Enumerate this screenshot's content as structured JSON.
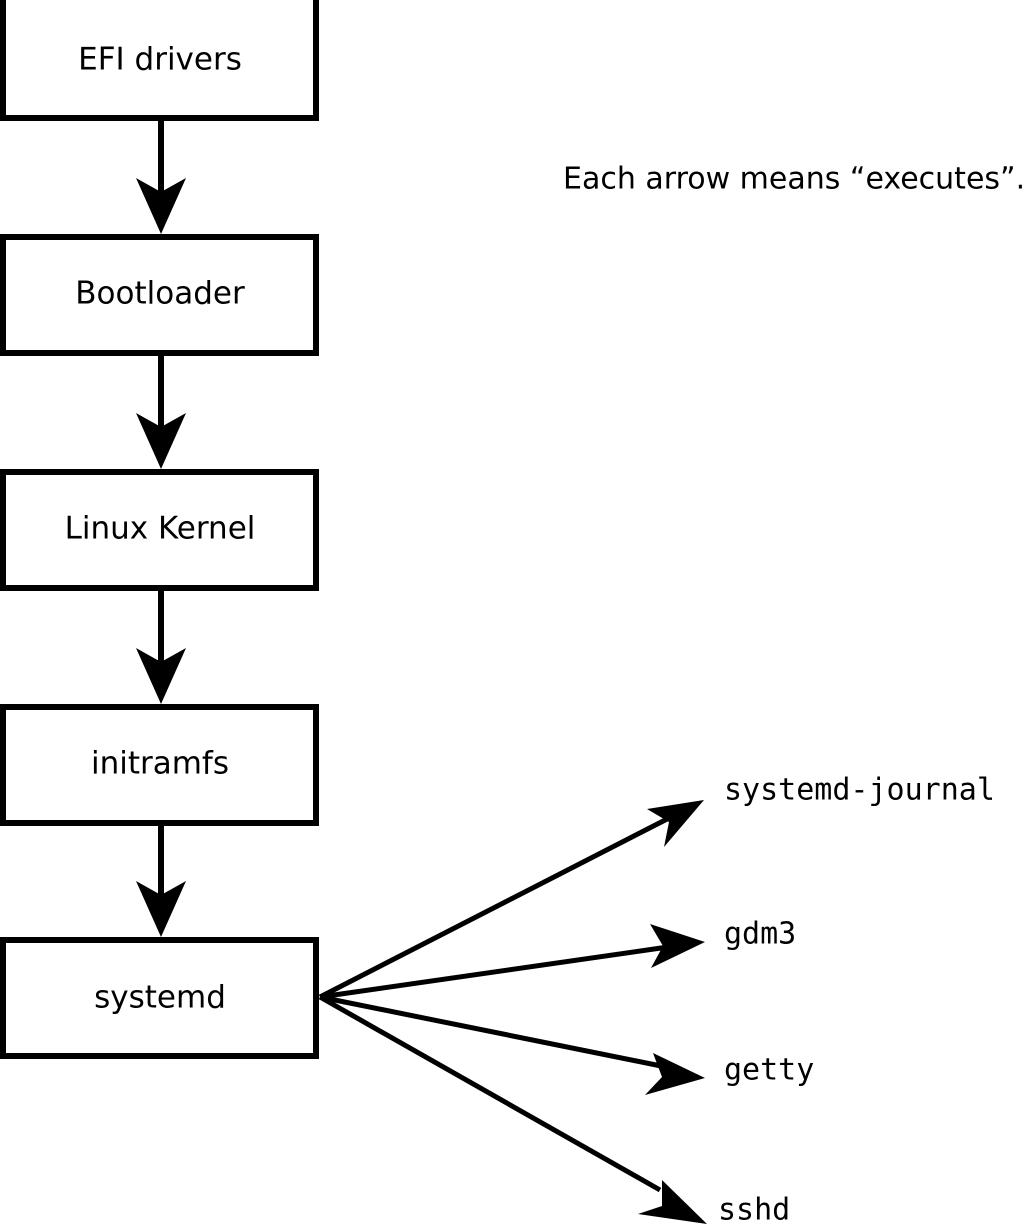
{
  "diagram": {
    "title_note": "Each arrow means “executes”.",
    "boot_chain": [
      {
        "id": "efi-drivers",
        "label": "EFI drivers"
      },
      {
        "id": "bootloader",
        "label": "Bootloader"
      },
      {
        "id": "linux-kernel",
        "label": "Linux Kernel"
      },
      {
        "id": "initramfs",
        "label": "initramfs"
      },
      {
        "id": "systemd",
        "label": "systemd"
      }
    ],
    "systemd_children": [
      {
        "id": "systemd-journal",
        "label": "systemd-journal"
      },
      {
        "id": "gdm3",
        "label": "gdm3"
      },
      {
        "id": "getty",
        "label": "getty"
      },
      {
        "id": "sshd",
        "label": "sshd"
      }
    ],
    "colors": {
      "background": "#ffffff",
      "stroke": "#000000",
      "box_fill": "#ffffff",
      "text": "#000000"
    }
  }
}
